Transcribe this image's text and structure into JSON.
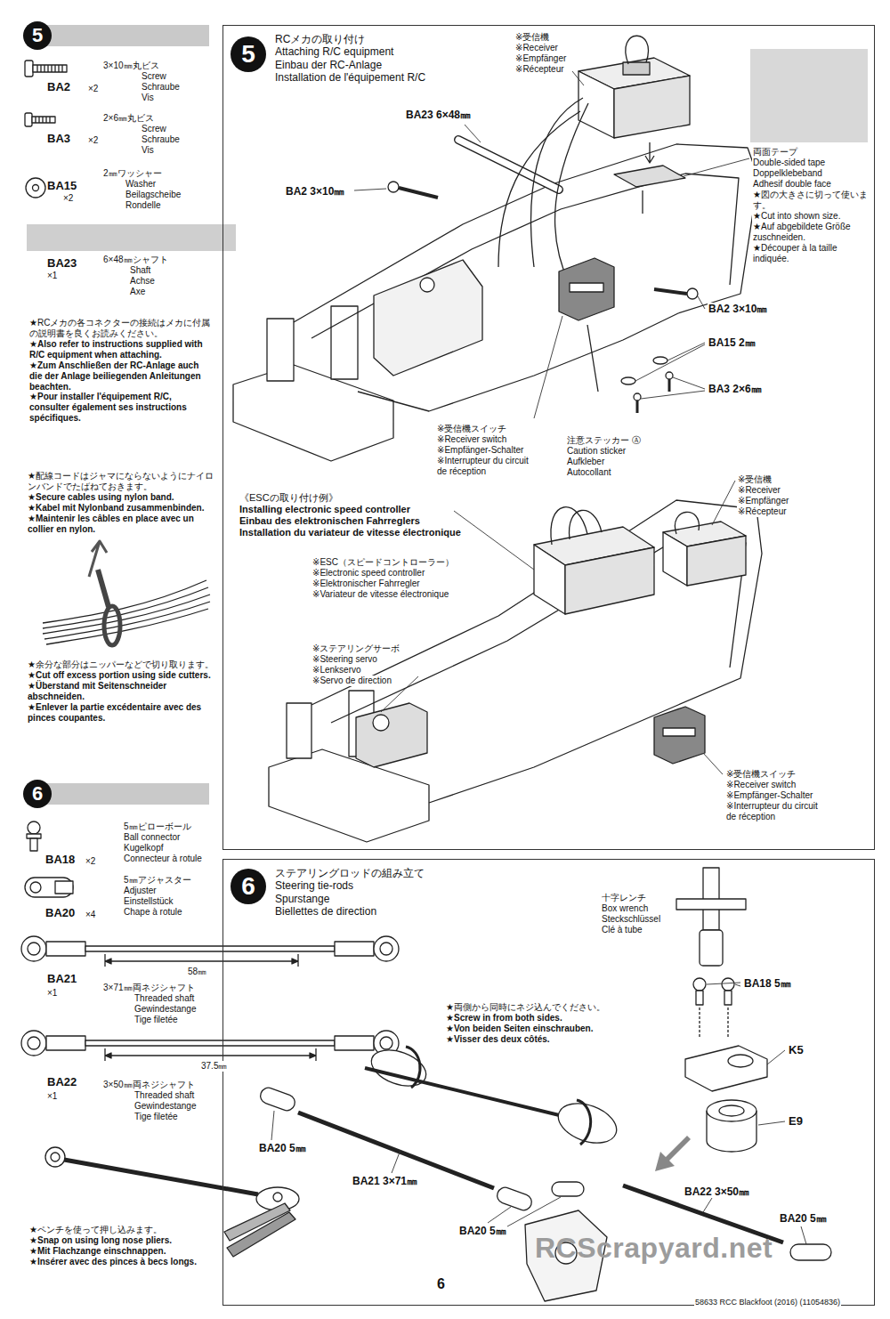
{
  "diagram": {
    "nodes": [
      {
        "text": [
          "5"
        ]
      },
      {
        "text": [
          "RCメカの取り付け",
          "Attaching R/C equipment",
          "Einbau der RC-Anlage",
          "Installation de l'équipement R/C"
        ]
      },
      {
        "text": [
          "5"
        ],
        "in": 1
      },
      {
        "text": [
          "6"
        ]
      },
      {
        "text": [
          "ステアリングロッドの組み立て",
          "Steering tie-rods",
          "Spurstange",
          "Biellettes de direction"
        ]
      },
      {
        "text": [
          "6"
        ],
        "in": 4
      }
    ],
    "labels": [
      "BA2",
      "×2",
      "3×10㎜丸ビス",
      "Screw",
      "Schraube",
      "Vis",
      "BA3",
      "×2",
      "2×6㎜丸ビス",
      "Screw",
      "Schraube",
      "Vis",
      "BA15",
      "×2",
      "2㎜ワッシャー",
      "Washer",
      "Beilagscheibe",
      "Rondelle",
      "BA23",
      "×1",
      "6×48㎜シャフト",
      "Shaft",
      "Achse",
      "Axe",
      "★RCメカの各コネクターの接続はメカに付属の説明書を良くお読みください。",
      "★Also refer to instructions supplied with R/C equipment when attaching.",
      "★Zum Anschließen der RC-Anlage auch die der Anlage beiliegenden Anleitungen beachten.",
      "★Pour installer l'équipement R/C, consulter également ses instructions spécifiques.",
      "★配線コードはジャマにならないようにナイロンバンドでたばねておきます。",
      "★Secure cables using nylon band.",
      "★Kabel mit Nylonband zusammenbinden.",
      "★Maintenir les câbles en place avec un collier en nylon.",
      "★余分な部分はニッパーなどで切り取ります。",
      "★Cut off excess portion using side cutters.",
      "★Überstand mit Seitenschneider abschneiden.",
      "★Enlever la partie excédentaire avec des pinces coupantes.",
      "※受信機",
      "※Receiver",
      "※Empfänger",
      "※Récepteur",
      "BA23 6×48㎜",
      "BA2 3×10㎜",
      "両面テープ",
      "Double-sided tape",
      "Doppelklebeband",
      "Adhesif double face",
      "★図の大きさに切って使います。",
      "★Cut into shown size.",
      "★Auf abgebildete Größe zuschneiden.",
      "★Découper à la taille indiquée.",
      "BA2 3×10㎜",
      "BA15 2㎜",
      "BA3 2×6㎜",
      "※受信機スイッチ",
      "※Receiver switch",
      "※Empfänger-Schalter",
      "※Interrupteur du circuit",
      "de réception",
      "注意ステッカー Ⓐ",
      "Caution sticker",
      "Aufkleber",
      "Autocollant",
      "《ESCの取り付け例》",
      "Installing electronic speed controller",
      "Einbau des elektronischen Fahrreglers",
      "Installation du variateur de vitesse électronique",
      "※受信機",
      "※Receiver",
      "※Empfänger",
      "※Récepteur",
      "※ESC（スピードコントローラー）",
      "※Electronic speed controller",
      "※Elektronischer Fahrregler",
      "※Variateur de vitesse électronique",
      "※ステアリングサーボ",
      "※Steering servo",
      "※Lenkservo",
      "※Servo de direction",
      "※受信機スイッチ",
      "※Receiver switch",
      "※Empfänger-Schalter",
      "※Interrupteur du circuit",
      "de réception",
      "BA18",
      "×2",
      "5㎜ピローボール",
      "Ball connector",
      "Kugelkopf",
      "Connecteur à rotule",
      "BA20",
      "×4",
      "5㎜アジャスター",
      "Adjuster",
      "Einstellstück",
      "Chape à rotule",
      "58㎜",
      "BA21",
      "×1",
      "3×71㎜両ネジシャフト",
      "Threaded shaft",
      "Gewindestange",
      "Tige filetée",
      "37.5㎜",
      "BA22",
      "×1",
      "3×50㎜両ネジシャフト",
      "Threaded shaft",
      "Gewindestange",
      "Tige filetée",
      "★ペンチを使って押し込みます。",
      "★Snap on using long nose pliers.",
      "★Mit Flachzange einschnappen.",
      "★Insérer avec des pinces à becs longs.",
      "★両側から同時にネジ込んでください。",
      "★Screw in from both sides.",
      "★Von beiden Seiten einschrauben.",
      "★Visser des deux côtés.",
      "十字レンチ",
      "Box wrench",
      "Steckschlüssel",
      "Clé à tube",
      "BA18 5㎜",
      "K5",
      "E9",
      "BA20 5㎜",
      "BA21 3×71㎜",
      "BA20 5㎜",
      "BA22 3×50㎜",
      "BA20 5㎜",
      "RCScrapyard.net",
      "6",
      "58633 RCC Blackfoot (2016) (11054836)"
    ]
  }
}
